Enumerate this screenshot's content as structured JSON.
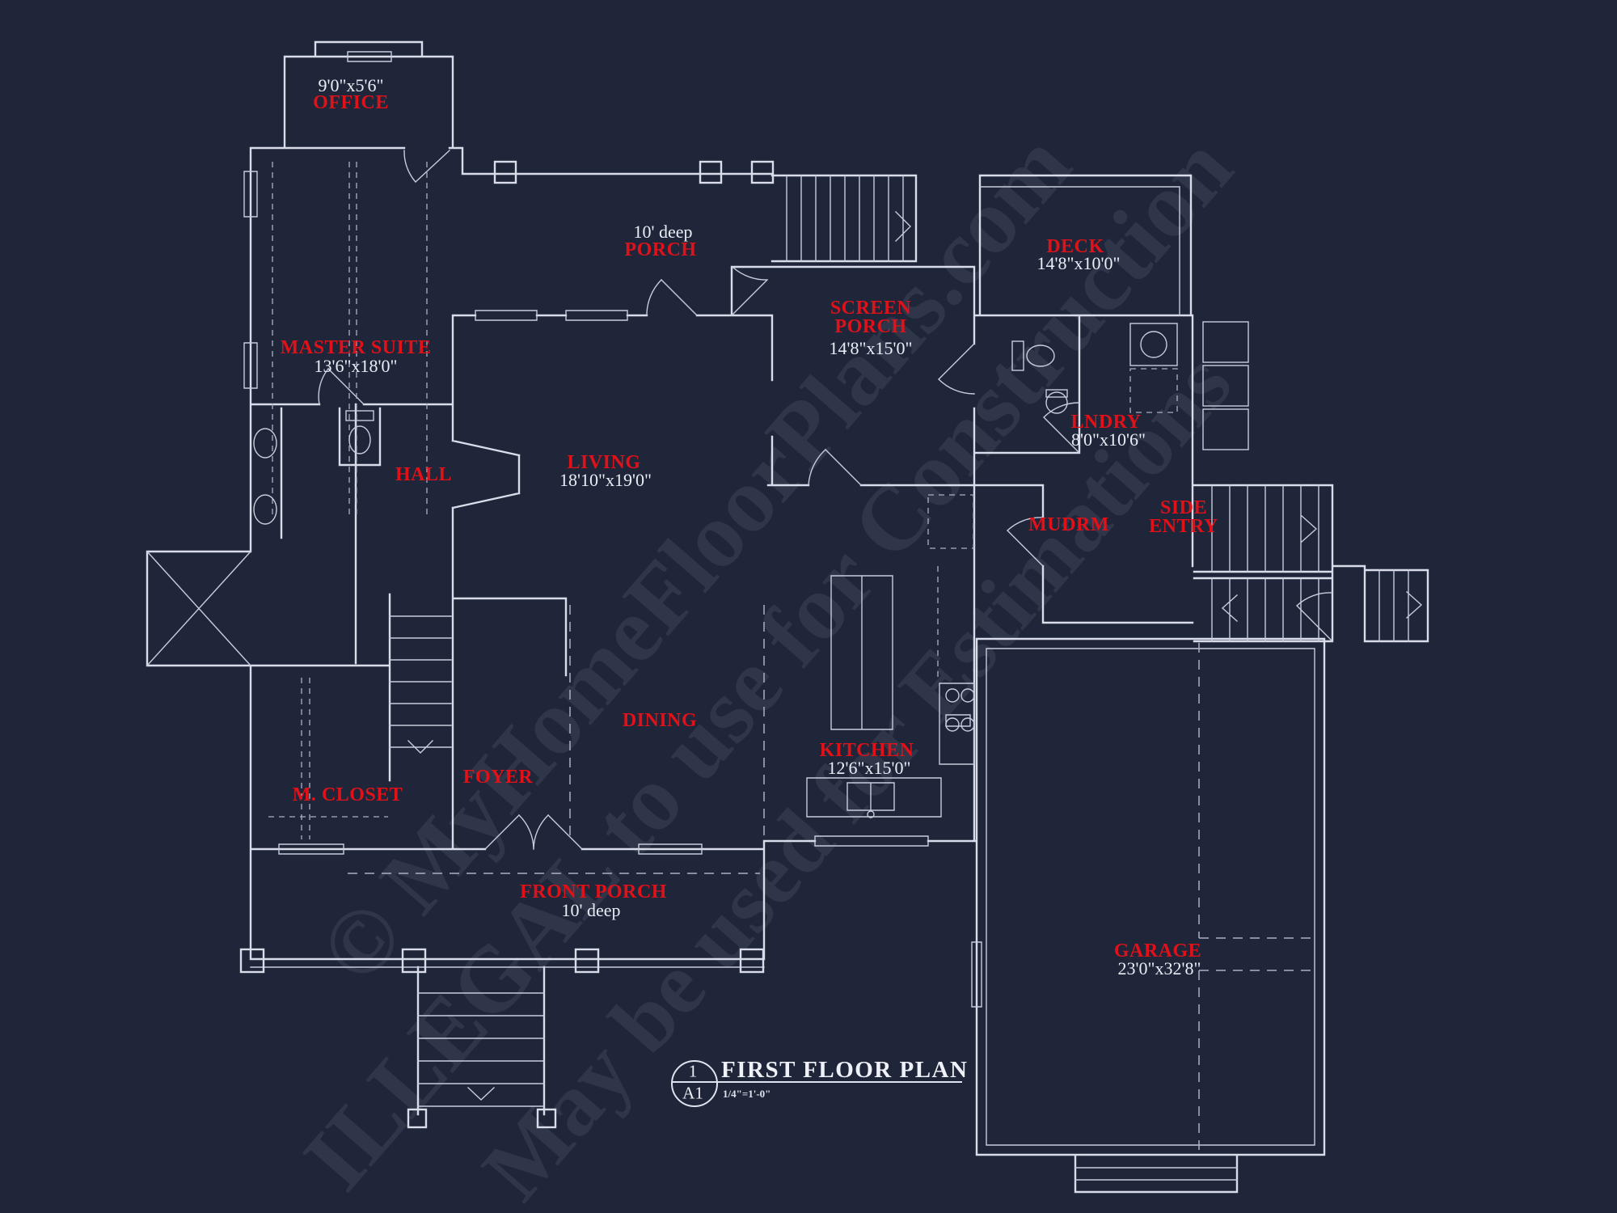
{
  "document": {
    "type": "architectural floor plan drawing",
    "colors": {
      "background": "#202639",
      "linework": "#d8dde9",
      "room_label": "#e01119",
      "dimension_text": "#e9edf5",
      "watermark": "#bac3db"
    }
  },
  "watermark": {
    "line1": "© MyHomeFloorPlans.com",
    "line2": "ILLEGAL to use for Construction",
    "line3": "May be used for Estimations"
  },
  "rooms": [
    {
      "name": "OFFICE",
      "dims": "9'0\"x5'6\""
    },
    {
      "name": "PORCH",
      "dims": "10' deep"
    },
    {
      "name": "DECK",
      "dims": "14'8\"x10'0\""
    },
    {
      "name": "SCREEN PORCH",
      "dims": "14'8\"x15'0\""
    },
    {
      "name": "MASTER SUITE",
      "dims": "13'6\"x18'0\""
    },
    {
      "name": "HALL",
      "dims": ""
    },
    {
      "name": "LIVING",
      "dims": "18'10\"x19'0\""
    },
    {
      "name": "LNDRY",
      "dims": "8'0\"x10'6\""
    },
    {
      "name": "MUDRM",
      "dims": ""
    },
    {
      "name": "SIDE ENTRY",
      "dims": ""
    },
    {
      "name": "DINING",
      "dims": ""
    },
    {
      "name": "KITCHEN",
      "dims": "12'6\"x15'0\""
    },
    {
      "name": "M. CLOSET",
      "dims": ""
    },
    {
      "name": "FOYER",
      "dims": ""
    },
    {
      "name": "FRONT PORCH",
      "dims": "10' deep"
    },
    {
      "name": "GARAGE",
      "dims": "23'0\"x32'8\""
    }
  ],
  "title_block": {
    "detail_number": "1",
    "sheet_number": "A1",
    "title": "FIRST FLOOR PLAN",
    "scale": "1/4\"=1'-0\""
  }
}
